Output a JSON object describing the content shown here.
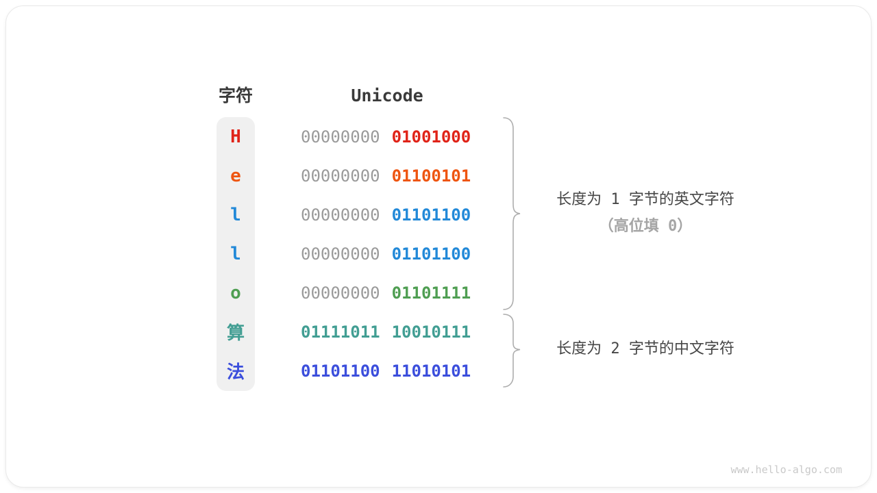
{
  "header": {
    "char_label": "字符",
    "encoding_label": "Unicode"
  },
  "table": {
    "rows": [
      {
        "char": "H",
        "color": "#e02318",
        "byte1": "00000000",
        "byte1_color": "#9a9a9a",
        "byte2": "01001000"
      },
      {
        "char": "e",
        "color": "#ee5511",
        "byte1": "00000000",
        "byte1_color": "#9a9a9a",
        "byte2": "01100101"
      },
      {
        "char": "l",
        "color": "#2289d8",
        "byte1": "00000000",
        "byte1_color": "#9a9a9a",
        "byte2": "01101100"
      },
      {
        "char": "l",
        "color": "#2289d8",
        "byte1": "00000000",
        "byte1_color": "#9a9a9a",
        "byte2": "01101100"
      },
      {
        "char": "o",
        "color": "#4f9e52",
        "byte1": "00000000",
        "byte1_color": "#9a9a9a",
        "byte2": "01101111"
      },
      {
        "char": "算",
        "color": "#429e93",
        "byte1": "01111011",
        "byte1_color": "#429e93",
        "byte2": "10010111"
      },
      {
        "char": "法",
        "color": "#3b4edc",
        "byte1": "01101100",
        "byte1_color": "#3b4edc",
        "byte2": "11010101"
      }
    ]
  },
  "annotations": {
    "english": {
      "line1": "长度为 1 字节的英文字符",
      "line2": "（高位填 0）"
    },
    "chinese": {
      "line1": "长度为 2 字节的中文字符"
    }
  },
  "brace_color": "#adadad",
  "watermark": "www.hello-algo.com"
}
